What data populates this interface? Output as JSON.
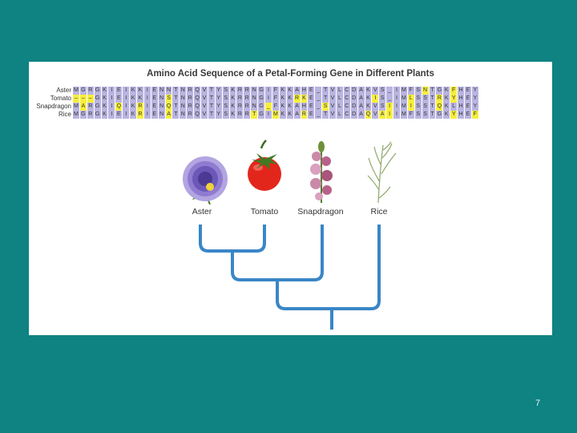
{
  "title": "Amino Acid Sequence of a Petal-Forming Gene in Different Plants",
  "colors": {
    "background": "#0f8282",
    "cell_normal": "#b9b4e0",
    "cell_highlight": "#f6ee3e",
    "tree": "#3a86c7"
  },
  "sequences": [
    {
      "name": "Aster",
      "residues": [
        "M",
        "G",
        "R",
        "G",
        "K",
        "I",
        "E",
        "I",
        "K",
        "K",
        "I",
        "E",
        "N",
        "N",
        "T",
        "N",
        "R",
        "Q",
        "V",
        "T",
        "Y",
        "S",
        "K",
        "R",
        "R",
        "N",
        "G",
        "I",
        "F",
        "K",
        "K",
        "A",
        "H",
        "E",
        "_",
        "T",
        "V",
        "L",
        "C",
        "D",
        "A",
        "K",
        "V",
        "S",
        "_",
        "I",
        "M",
        "F",
        "S",
        "N",
        "T",
        "G",
        "K",
        "F",
        "H",
        "E",
        "Y"
      ],
      "highlights": [
        49,
        53
      ]
    },
    {
      "name": "Tomato",
      "residues": [
        "–",
        "–",
        "–",
        "G",
        "K",
        "I",
        "E",
        "I",
        "K",
        "K",
        "I",
        "E",
        "N",
        "S",
        "T",
        "N",
        "R",
        "Q",
        "V",
        "T",
        "Y",
        "S",
        "K",
        "R",
        "R",
        "N",
        "G",
        "I",
        "F",
        "K",
        "K",
        "R",
        "K",
        "E",
        "_",
        "T",
        "V",
        "L",
        "C",
        "D",
        "A",
        "K",
        "I",
        "S",
        "_",
        "I",
        "M",
        "L",
        "S",
        "S",
        "T",
        "R",
        "K",
        "Y",
        "H",
        "E",
        "Y"
      ],
      "highlights": [
        0,
        1,
        2,
        13,
        31,
        32,
        42,
        47,
        51,
        53
      ]
    },
    {
      "name": "Snapdragon",
      "residues": [
        "M",
        "A",
        "R",
        "G",
        "K",
        "I",
        "Q",
        "I",
        "K",
        "R",
        "I",
        "E",
        "N",
        "Q",
        "T",
        "N",
        "R",
        "Q",
        "V",
        "T",
        "Y",
        "S",
        "K",
        "R",
        "R",
        "N",
        "G",
        "_",
        "F",
        "K",
        "K",
        "A",
        "H",
        "E",
        "_",
        "S",
        "V",
        "L",
        "C",
        "D",
        "A",
        "K",
        "V",
        "S",
        "I",
        "I",
        "M",
        "I",
        "S",
        "S",
        "T",
        "Q",
        "K",
        "L",
        "H",
        "E",
        "Y"
      ],
      "highlights": [
        1,
        6,
        9,
        13,
        27,
        35,
        44,
        47,
        51
      ]
    },
    {
      "name": "Rice",
      "residues": [
        "M",
        "G",
        "R",
        "G",
        "K",
        "I",
        "E",
        "I",
        "K",
        "R",
        "I",
        "E",
        "N",
        "A",
        "T",
        "N",
        "R",
        "Q",
        "V",
        "T",
        "Y",
        "S",
        "K",
        "R",
        "R",
        "T",
        "G",
        "I",
        "M",
        "K",
        "K",
        "A",
        "R",
        "E",
        "_",
        "T",
        "V",
        "L",
        "C",
        "D",
        "A",
        "Q",
        "V",
        "A",
        "I",
        "I",
        "M",
        "F",
        "S",
        "S",
        "T",
        "G",
        "K",
        "Y",
        "H",
        "E",
        "F"
      ],
      "highlights": [
        9,
        13,
        25,
        28,
        32,
        41,
        43,
        44,
        53,
        56
      ]
    }
  ],
  "plants": [
    {
      "name": "Aster"
    },
    {
      "name": "Tomato"
    },
    {
      "name": "Snapdragon"
    },
    {
      "name": "Rice"
    }
  ],
  "page_number": "7"
}
